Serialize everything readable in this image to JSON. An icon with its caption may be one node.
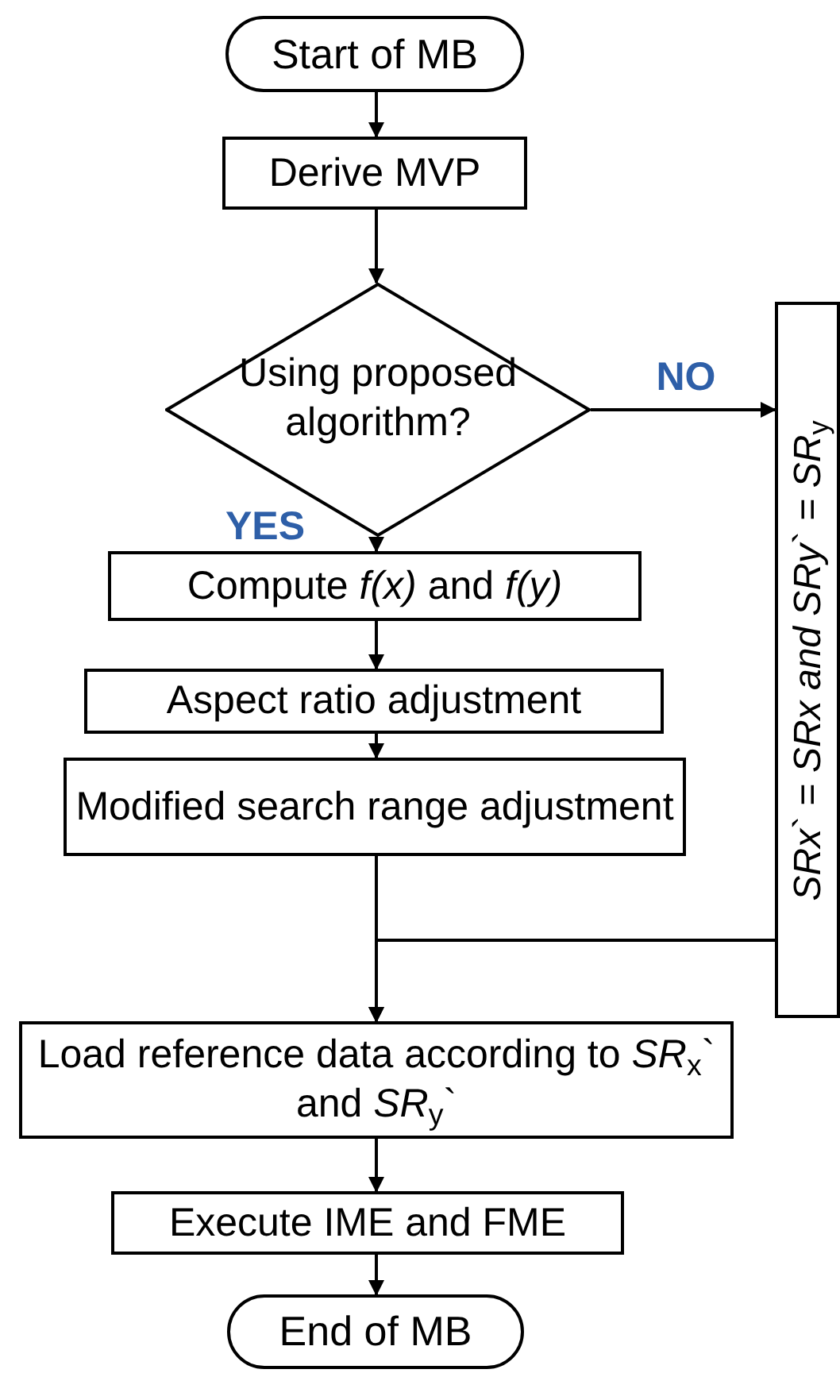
{
  "diagram": {
    "nodes": [
      {
        "text": [
          "Start of MB"
        ]
      },
      {
        "text": [
          "Derive MVP"
        ]
      },
      {
        "text": [
          "Using proposed algorithm?"
        ]
      },
      {
        "text": [
          "Compute *f(x)* and *f(y)*"
        ]
      },
      {
        "text": [
          "Aspect ratio adjustment"
        ]
      },
      {
        "text": [
          "Modified search range adjustment"
        ]
      },
      {
        "text": [
          "Load reference data according to *SR*$_{x}$` and *SR*$_{y}$`"
        ]
      },
      {
        "text": [
          "Execute IME and FME"
        ]
      },
      {
        "text": [
          "End of MB"
        ]
      },
      {
        "text": [
          "*SRx*` = *SRx and SRy*` = *SR*$_{y}$"
        ]
      }
    ],
    "edges": [
      {
        "from": 0,
        "to": 1,
        "arrow": "to"
      },
      {
        "from": 1,
        "to": 2,
        "arrow": "to"
      },
      {
        "from": 2,
        "to": 3,
        "arrow": "to",
        "label": "YES"
      },
      {
        "from": 2,
        "to": 9,
        "arrow": "to",
        "label": "NO"
      },
      {
        "from": 3,
        "to": 4,
        "arrow": "to"
      },
      {
        "from": 4,
        "to": 5,
        "arrow": "to"
      },
      {
        "from": 5,
        "to": 6,
        "arrow": "to"
      },
      {
        "from": 9,
        "to": 6,
        "arrow": "to"
      },
      {
        "from": 6,
        "to": 7,
        "arrow": "to"
      },
      {
        "from": 7,
        "to": 8,
        "arrow": "to"
      }
    ]
  }
}
